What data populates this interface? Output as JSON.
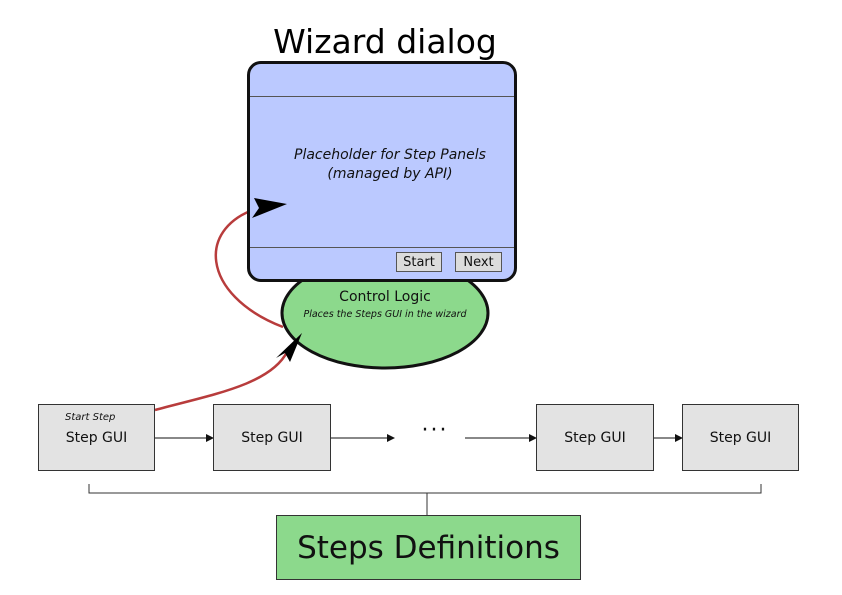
{
  "wizard": {
    "title": "Wizard dialog",
    "placeholder_line1": "Placeholder for Step Panels",
    "placeholder_line2": "(managed by API)",
    "start_button": "Start",
    "next_button": "Next"
  },
  "control_logic": {
    "title": "Control Logic",
    "subtitle": "Places the Steps GUI in the wizard"
  },
  "steps": [
    {
      "label": "Step GUI",
      "tag": "Start Step"
    },
    {
      "label": "Step GUI"
    },
    {
      "label": "Step GUI"
    },
    {
      "label": "Step GUI"
    }
  ],
  "ellipsis": "···",
  "definitions": {
    "label": "Steps Definitions"
  },
  "colors": {
    "wizard_fill": "#bbc9ff",
    "control_fill": "#8cd98c",
    "step_fill": "#e3e3e3",
    "definitions_fill": "#8cd98c",
    "flow_arrow": "#b83c3c"
  }
}
